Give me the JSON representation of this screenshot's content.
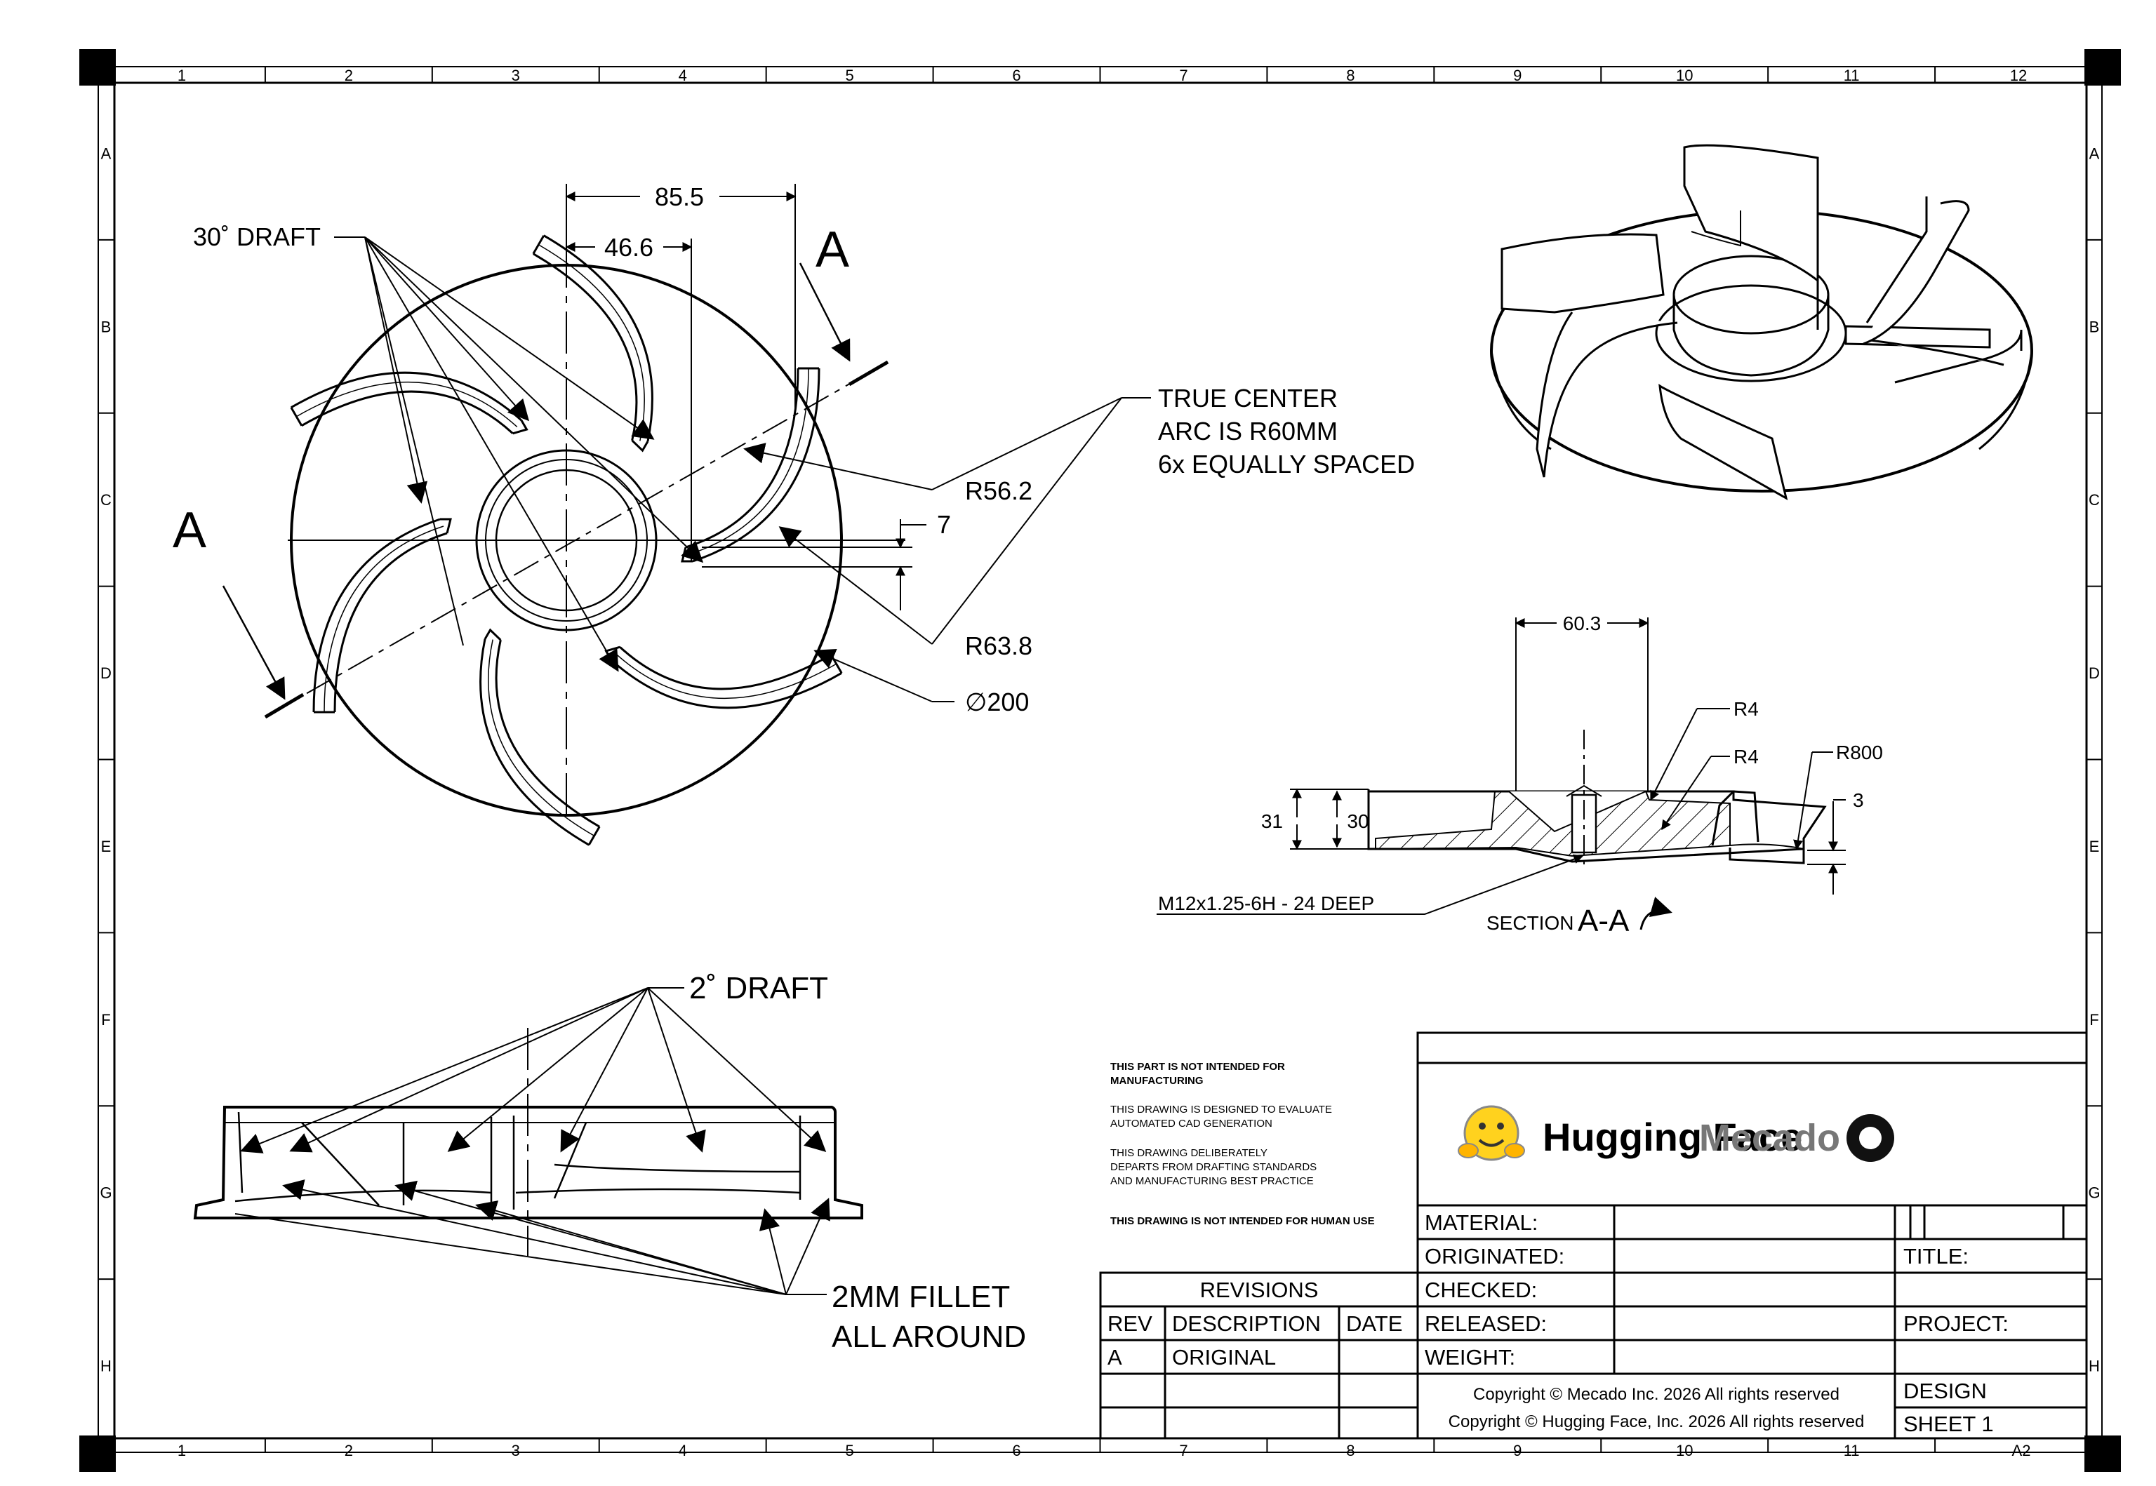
{
  "grid": {
    "columns": [
      "1",
      "2",
      "3",
      "4",
      "5",
      "6",
      "7",
      "8",
      "9",
      "10",
      "11",
      "12"
    ],
    "rows": [
      "A",
      "B",
      "C",
      "D",
      "E",
      "F",
      "G",
      "H"
    ],
    "bottom_right_label": "A2"
  },
  "front_view": {
    "draft_30": "30˚ DRAFT",
    "dim_85": "85.5",
    "dim_46": "46.6",
    "section_mark": "A",
    "note_line1": "TRUE CENTER",
    "note_line2": "ARC IS R60MM",
    "note_line3": "6x EQUALLY SPACED",
    "r56": "R56.2",
    "dim_7": "7",
    "r63": "R63.8",
    "dia200": "∅200"
  },
  "section_view": {
    "dim_60": "60.3",
    "r4_a": "R4",
    "r4_b": "R4",
    "r800": "R800",
    "dim_3": "3",
    "dim_31": "31",
    "dim_30": "30",
    "thread": "M12x1.25-6H  - 24 DEEP",
    "section_prefix": "SECTION",
    "section_name": "A-A"
  },
  "side_view": {
    "draft_2": "2˚ DRAFT",
    "fillet_line1": "2MM FILLET",
    "fillet_line2": "ALL AROUND"
  },
  "notes": {
    "n1a": "THIS PART IS NOT INTENDED FOR",
    "n1b": "MANUFACTURING",
    "n2a": "THIS DRAWING IS DESIGNED TO EVALUATE",
    "n2b": "AUTOMATED CAD GENERATION",
    "n3a": "THIS DRAWING DELIBERATELY",
    "n3b": "DEPARTS FROM DRAFTING STANDARDS",
    "n3c": "AND MANUFACTURING BEST PRACTICE",
    "n4": "THIS DRAWING IS NOT INTENDED FOR HUMAN USE"
  },
  "title_block": {
    "brand1": "Hugging Face",
    "brand2": "Mecado",
    "material": "MATERIAL:",
    "originated": "ORIGINATED:",
    "checked": "CHECKED:",
    "released": "RELEASED:",
    "weight": "WEIGHT:",
    "title": "TITLE:",
    "project": "PROJECT:",
    "design": "DESIGN",
    "sheet": "SHEET 1",
    "copy1": "Copyright © Mecado Inc. 2026 All rights reserved",
    "copy2": "Copyright © Hugging Face, Inc. 2026 All rights reserved"
  },
  "revisions": {
    "header": "REVISIONS",
    "col_rev": "REV",
    "col_desc": "DESCRIPTION",
    "col_date": "DATE",
    "rows": [
      {
        "rev": "A",
        "desc": "ORIGINAL",
        "date": ""
      }
    ]
  }
}
